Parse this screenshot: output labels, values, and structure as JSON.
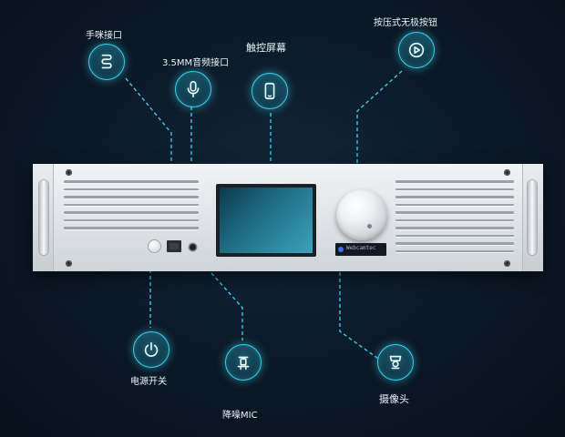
{
  "labels": {
    "handset_port": "手咪接口",
    "audio_port": "3.5MM音频接口",
    "touch_screen": "触控屏幕",
    "knob_button": "按压式无极按钮",
    "power_switch": "电源开关",
    "noise_mic": "降噪MIC",
    "camera": "摄像头"
  },
  "device": {
    "camera_strip_text": "Webcamtec"
  },
  "icons": {
    "handset_port": "wave-cable-icon",
    "audio_port": "microphone-icon",
    "touch_screen": "phone-screen-icon",
    "knob_button": "play-circle-icon",
    "power_switch": "power-icon",
    "noise_mic": "mic-module-icon",
    "camera": "camera-icon"
  },
  "colors": {
    "accent": "#34c9e4",
    "background": "#0b1826"
  }
}
